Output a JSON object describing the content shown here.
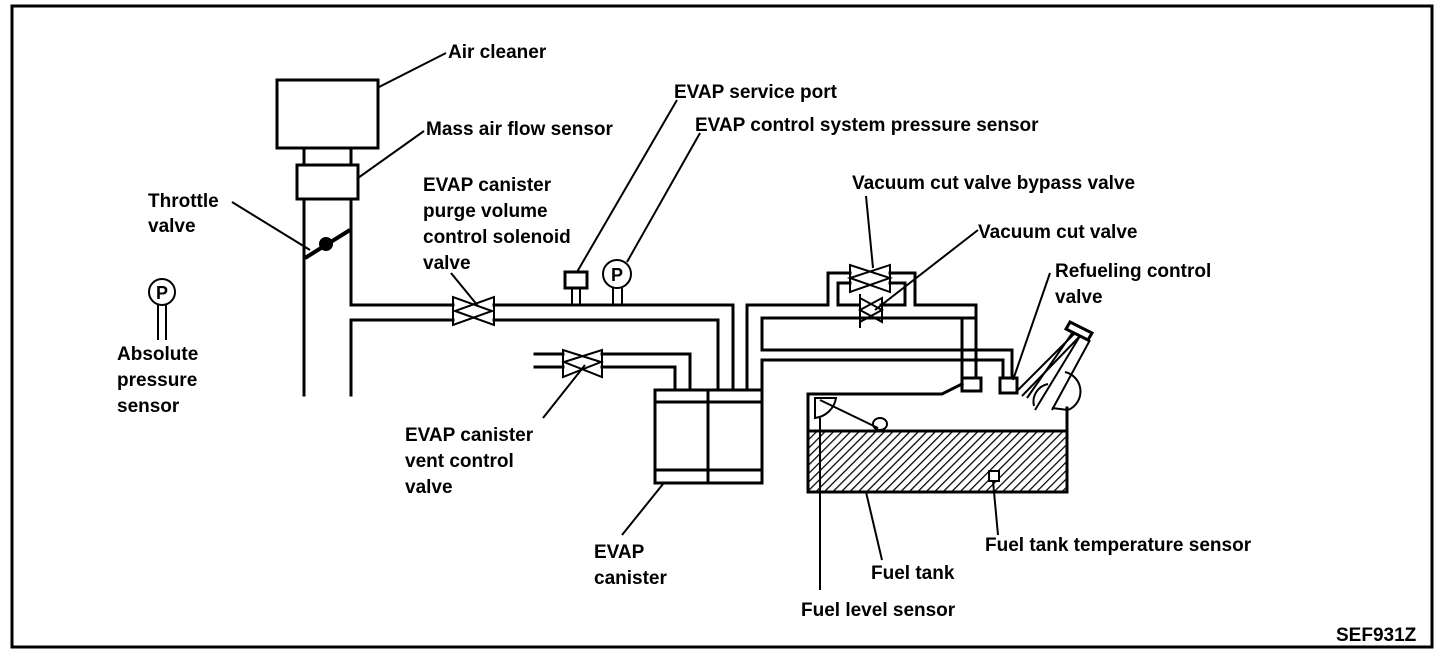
{
  "diagram": {
    "title": "EVAP system layout",
    "figure_code": "SEF931Z",
    "colors": {
      "ink": "#000000",
      "paper": "#ffffff"
    },
    "labels": {
      "air_cleaner": "Air cleaner",
      "mass_air_flow_sensor": "Mass air flow sensor",
      "throttle_valve": [
        "Throttle",
        "valve"
      ],
      "absolute_pressure_sensor": [
        "Absolute",
        "pressure",
        "sensor"
      ],
      "purge_valve": [
        "EVAP canister",
        "purge volume",
        "control solenoid",
        "valve"
      ],
      "service_port": "EVAP service port",
      "pressure_sensor": "EVAP control system pressure sensor",
      "vacuum_cut_bypass": "Vacuum cut valve bypass valve",
      "vacuum_cut_valve": "Vacuum cut valve",
      "refueling_control_valve": [
        "Refueling control",
        "valve"
      ],
      "vent_control_valve": [
        "EVAP canister",
        "vent control",
        "valve"
      ],
      "evap_canister": [
        "EVAP",
        "canister"
      ],
      "fuel_tank": "Fuel tank",
      "fuel_tank_temp_sensor": "Fuel tank temperature sensor",
      "fuel_level_sensor": "Fuel level sensor"
    },
    "pressure_symbol": "P"
  }
}
